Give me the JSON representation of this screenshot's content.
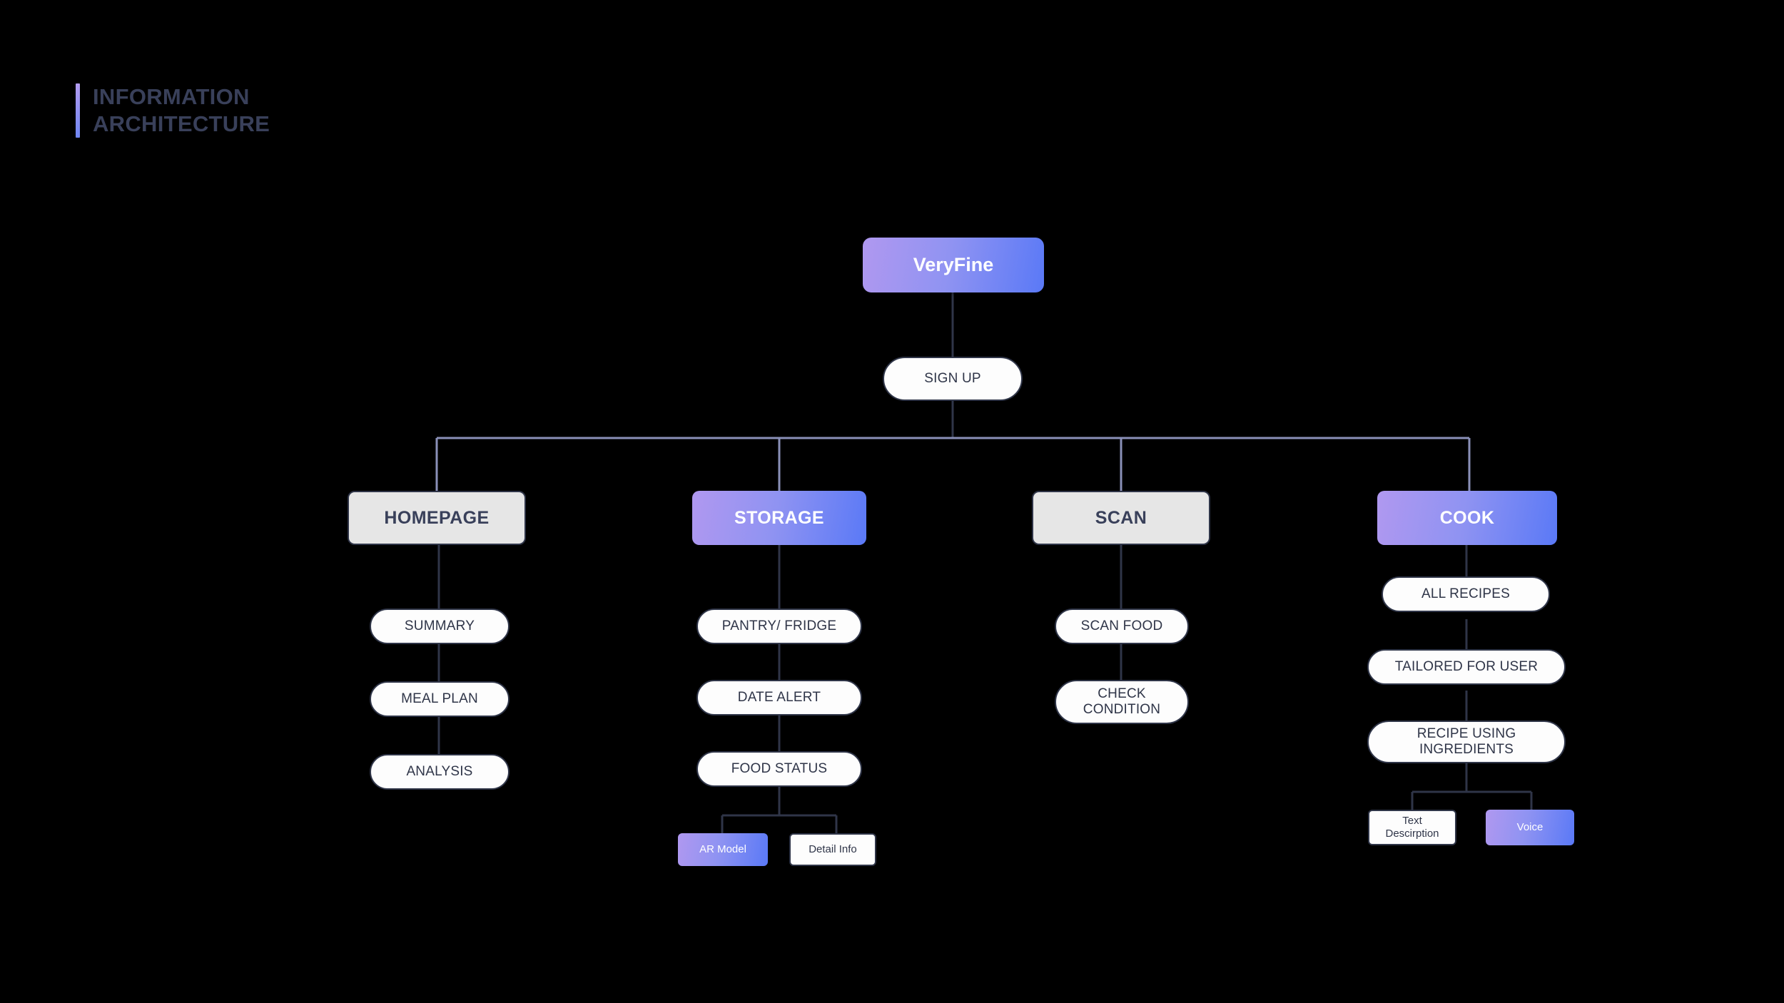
{
  "header": {
    "title": "INFORMATION\nARCHITECTURE",
    "accent_color": "#b39cf1"
  },
  "theme": {
    "background": "#000000",
    "gradient_start": "#b098f0",
    "gradient_end": "#5a79f6",
    "node_border": "#2f3548",
    "node_text": "#2f3548",
    "category_plain_fill": "#e6e6e6",
    "pill_fill": "#fdfdfd",
    "connector_dark": "#2f3548",
    "connector_light": "#8a90b8"
  },
  "diagram": {
    "type": "tree",
    "root": {
      "label": "VeryFine",
      "style": "gradient"
    },
    "signup": {
      "label": "SIGN UP",
      "style": "pill"
    },
    "categories": [
      {
        "label": "HOMEPAGE",
        "style": "plain",
        "children": [
          {
            "label": "SUMMARY",
            "style": "pill"
          },
          {
            "label": "MEAL PLAN",
            "style": "pill"
          },
          {
            "label": "ANALYSIS",
            "style": "pill"
          }
        ]
      },
      {
        "label": "STORAGE",
        "style": "gradient",
        "children": [
          {
            "label": "PANTRY/ FRIDGE",
            "style": "pill"
          },
          {
            "label": "DATE ALERT",
            "style": "pill"
          },
          {
            "label": "FOOD STATUS",
            "style": "pill"
          }
        ],
        "leaves": [
          {
            "label": "AR Model",
            "style": "gradient"
          },
          {
            "label": "Detail Info",
            "style": "plain"
          }
        ]
      },
      {
        "label": "SCAN",
        "style": "plain",
        "children": [
          {
            "label": "SCAN FOOD",
            "style": "pill"
          },
          {
            "label": "CHECK\nCONDITION",
            "style": "pill"
          }
        ]
      },
      {
        "label": "COOK",
        "style": "gradient",
        "children": [
          {
            "label": "ALL RECIPES",
            "style": "pill"
          },
          {
            "label": "TAILORED  FOR USER",
            "style": "pill"
          },
          {
            "label": "RECIPE USING\nINGREDIENTS",
            "style": "pill"
          }
        ],
        "leaves": [
          {
            "label": "Text\nDescirption",
            "style": "plain"
          },
          {
            "label": "Voice",
            "style": "gradient"
          }
        ]
      }
    ]
  }
}
